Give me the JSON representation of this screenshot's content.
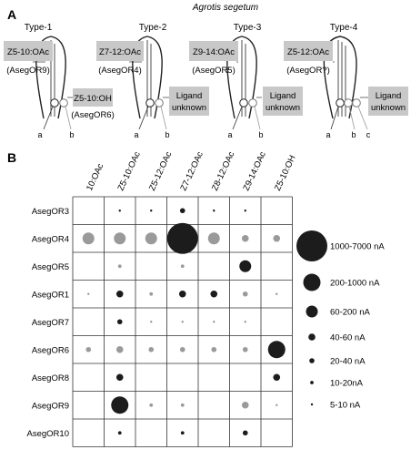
{
  "panel_a": {
    "letter": "A",
    "species": "Agrotis segetum",
    "types": [
      {
        "title": "Type-1",
        "boxes": [
          {
            "lines": [
              "Z5-10:OAc"
            ],
            "shaded": true
          },
          {
            "lines": [
              "(AsegOR9)"
            ],
            "shaded": false
          },
          {
            "lines": [
              "Z5-10:OH"
            ],
            "shaded": true
          },
          {
            "lines": [
              "(AsegOR6)"
            ],
            "shaded": false
          }
        ],
        "neuron_labels": [
          "a",
          "b"
        ]
      },
      {
        "title": "Type-2",
        "boxes": [
          {
            "lines": [
              "Z7-12:OAc"
            ],
            "shaded": true
          },
          {
            "lines": [
              "(AsegOR4)"
            ],
            "shaded": false
          },
          {
            "lines": [
              "Ligand",
              "unknown"
            ],
            "shaded": true
          }
        ],
        "neuron_labels": [
          "a",
          "b"
        ]
      },
      {
        "title": "Type-3",
        "boxes": [
          {
            "lines": [
              "Z9-14:OAc"
            ],
            "shaded": true
          },
          {
            "lines": [
              "(AsegOR5)"
            ],
            "shaded": false
          },
          {
            "lines": [
              "Ligand",
              "unknown"
            ],
            "shaded": true
          }
        ],
        "neuron_labels": [
          "a",
          "b"
        ]
      },
      {
        "title": "Type-4",
        "boxes": [
          {
            "lines": [
              "Z5-12:OAc"
            ],
            "shaded": true
          },
          {
            "lines": [
              "(AsegOR?)"
            ],
            "shaded": false
          },
          {
            "lines": [
              "Ligand",
              "unknown"
            ],
            "shaded": true
          }
        ],
        "neuron_labels": [
          "a",
          "b",
          "c"
        ]
      }
    ]
  },
  "panel_b": {
    "letter": "B",
    "ligands": [
      "10:OAc",
      "Z5-10:OAc",
      "Z5-12:OAc",
      "Z7-12:OAc",
      "Z8-12:OAc",
      "Z9-14:OAc",
      "Z5-10:OH"
    ],
    "receptors": [
      "AsegOR3",
      "AsegOR4",
      "AsegOR5",
      "AsegOR1",
      "AsegOR7",
      "AsegOR6",
      "AsegOR8",
      "AsegOR9",
      "AsegOR10"
    ],
    "matrix": [
      [
        null,
        1,
        1,
        3,
        1,
        1,
        null
      ],
      [
        5,
        5,
        5,
        7,
        5,
        4,
        4
      ],
      [
        null,
        2,
        null,
        2,
        null,
        5,
        null
      ],
      [
        1,
        4,
        2,
        4,
        4,
        3,
        1
      ],
      [
        null,
        3,
        1,
        1,
        1,
        1,
        null
      ],
      [
        3,
        4,
        3,
        3,
        3,
        3,
        6
      ],
      [
        null,
        4,
        null,
        null,
        null,
        null,
        4
      ],
      [
        null,
        6,
        2,
        2,
        null,
        4,
        1
      ],
      [
        null,
        2,
        null,
        2,
        null,
        3,
        null
      ]
    ],
    "shade_colors": {
      "gray": "#9a9a9a",
      "dark": "#1c1c1c"
    },
    "shade_matrix": [
      [
        "",
        "d",
        "d",
        "d",
        "d",
        "d",
        ""
      ],
      [
        "g",
        "g",
        "g",
        "d",
        "g",
        "g",
        "g"
      ],
      [
        "",
        "g",
        "",
        "g",
        "",
        "d",
        ""
      ],
      [
        "g",
        "d",
        "g",
        "d",
        "d",
        "g",
        "g"
      ],
      [
        "",
        "d",
        "g",
        "g",
        "g",
        "g",
        ""
      ],
      [
        "g",
        "g",
        "g",
        "g",
        "g",
        "g",
        "d"
      ],
      [
        "",
        "d",
        "",
        "",
        "",
        "",
        "d"
      ],
      [
        "",
        "d",
        "g",
        "g",
        "",
        "g",
        "g"
      ],
      [
        "",
        "d",
        "",
        "d",
        "",
        "d",
        ""
      ]
    ],
    "legend": [
      {
        "level": 7,
        "label": "1000-7000 nA"
      },
      {
        "level": 6,
        "label": "200-1000 nA"
      },
      {
        "level": 5,
        "label": "60-200 nA"
      },
      {
        "level": 4,
        "label": "40-60 nA"
      },
      {
        "level": 3,
        "label": "20-40 nA"
      },
      {
        "level": 2,
        "label": "10-20nA"
      },
      {
        "level": 1,
        "label": "5-10 nA"
      }
    ]
  }
}
